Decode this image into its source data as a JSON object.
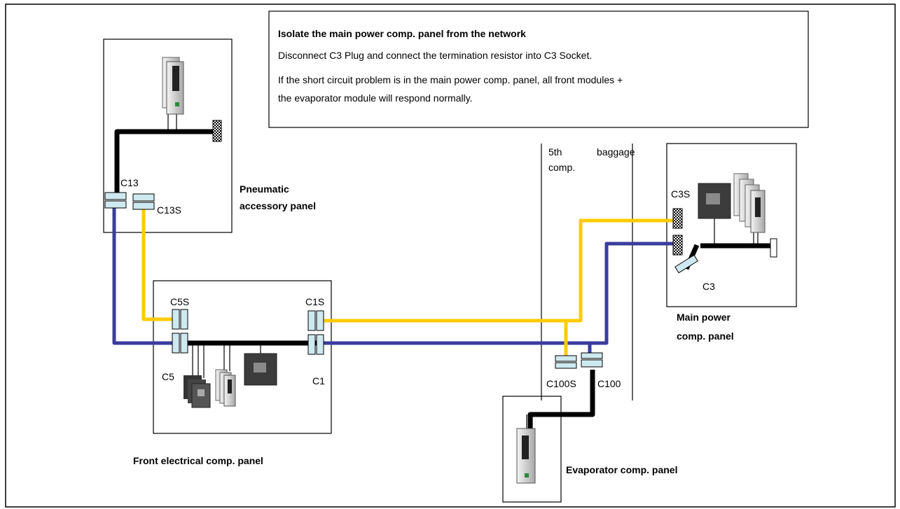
{
  "colors": {
    "blue_cable": "#3a3d9c",
    "yellow_cable": "#ffcc00",
    "black_cable": "#000000",
    "connector": "#cfe9f0"
  },
  "note": {
    "title": "Isolate the main power comp.  panel from the network",
    "line1": "Disconnect C3 Plug and connect the termination resistor into C3 Socket.",
    "line2a": "If the short circuit problem is in the main power comp. panel, all front modules +",
    "line2b": "the evaporator module will respond normally."
  },
  "panels": {
    "pneumatic": {
      "line1": "Pneumatic",
      "line2": "accessory panel"
    },
    "front": {
      "label": "Front electrical comp. panel"
    },
    "main": {
      "line1": "Main power",
      "line2": "comp. panel"
    },
    "evaporator": {
      "label": "Evaporator comp. panel"
    },
    "baggage": {
      "line1": "5th",
      "word2": "baggage",
      "line2": "comp."
    }
  },
  "connectors": {
    "c13": "C13",
    "c13s": "C13S",
    "c5s": "C5S",
    "c5": "C5",
    "c1s": "C1S",
    "c1": "C1",
    "c3s": "C3S",
    "c3": "C3",
    "c100s": "C100S",
    "c100": "C100"
  }
}
